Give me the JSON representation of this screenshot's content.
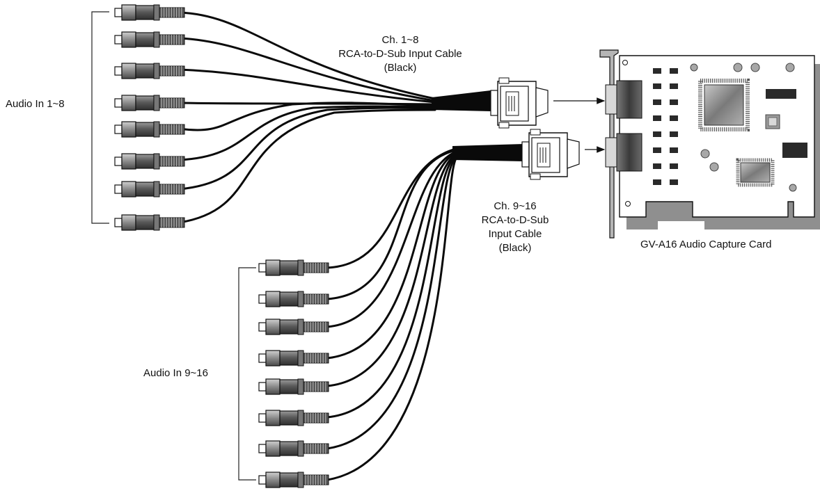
{
  "labels": {
    "audio_in_1_8": "Audio In 1~8",
    "audio_in_9_16": "Audio In 9~16",
    "cable_1_8": [
      "Ch. 1~8",
      "RCA-to-D-Sub Input Cable",
      "(Black)"
    ],
    "cable_9_16": [
      "Ch. 9~16",
      "RCA-to-D-Sub",
      "Input Cable",
      "(Black)"
    ],
    "card": "GV-A16 Audio Capture Card"
  },
  "connectors": {
    "group_1_8_count": 8,
    "group_9_16_count": 8
  },
  "colors": {
    "cable": "#0a0a0a",
    "connector_dark": "#5e5e5e",
    "connector_light": "#bdbdbd",
    "card_face": "#ffffff",
    "card_shadow": "#8f8f8f"
  }
}
